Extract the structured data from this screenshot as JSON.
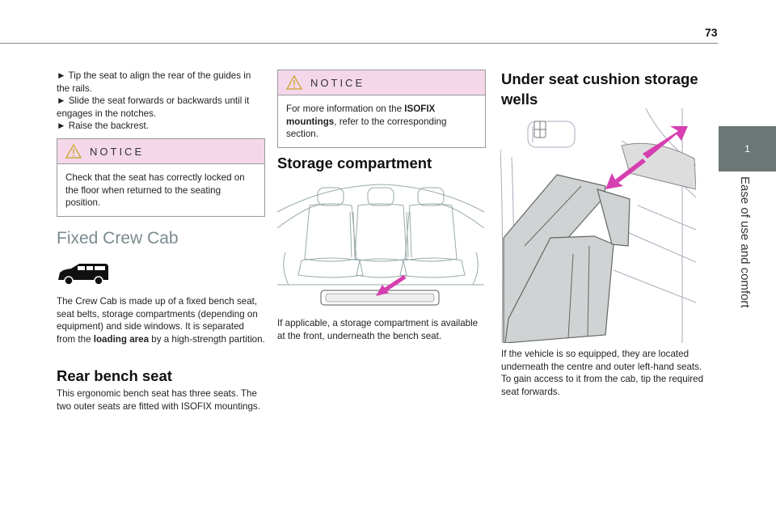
{
  "header": {
    "page_number": "73"
  },
  "sidebar": {
    "tab_number": "1",
    "section_title": "Ease of use and comfort"
  },
  "col1": {
    "steps": [
      "► Tip the seat to align the rear of the guides in the rails.",
      "► Slide the seat forwards or backwards until it engages in the notches.",
      "► Raise the backrest."
    ],
    "notice": {
      "label": "NOTICE",
      "text": "Check that the seat has correctly locked on the floor when returned to the seating position."
    },
    "section_heading": "Fixed Crew Cab",
    "crewcab": {
      "text_1": "The Crew Cab is made up of a fixed bench seat, seat belts, storage compartments (depending on equipment) and side windows. It is separated from the ",
      "bold": "loading area",
      "text_2": " by a high-strength partition."
    },
    "rear_bench": {
      "heading": "Rear bench seat",
      "text": "This ergonomic bench seat has three seats. The two outer seats are fitted with ISOFIX mountings."
    }
  },
  "col2": {
    "notice": {
      "label": "NOTICE",
      "text_1": "For more information on the ",
      "bold": "ISOFIX mountings",
      "text_2": ", refer to the corresponding section."
    },
    "heading": "Storage compartment",
    "text": "If applicable, a storage compartment is available at the front, underneath the bench seat."
  },
  "col3": {
    "heading_line1": "Under seat cushion storage",
    "heading_line2": "wells",
    "text": "If the vehicle is so equipped, they are located underneath the centre and outer left-hand seats. To gain access to it from the cab, tip the required seat forwards."
  },
  "colors": {
    "notice_head": "#f4d8ea",
    "tab": "#6b7676",
    "arrow": "#d63fb0",
    "heading_light": "#7a8a8f"
  }
}
